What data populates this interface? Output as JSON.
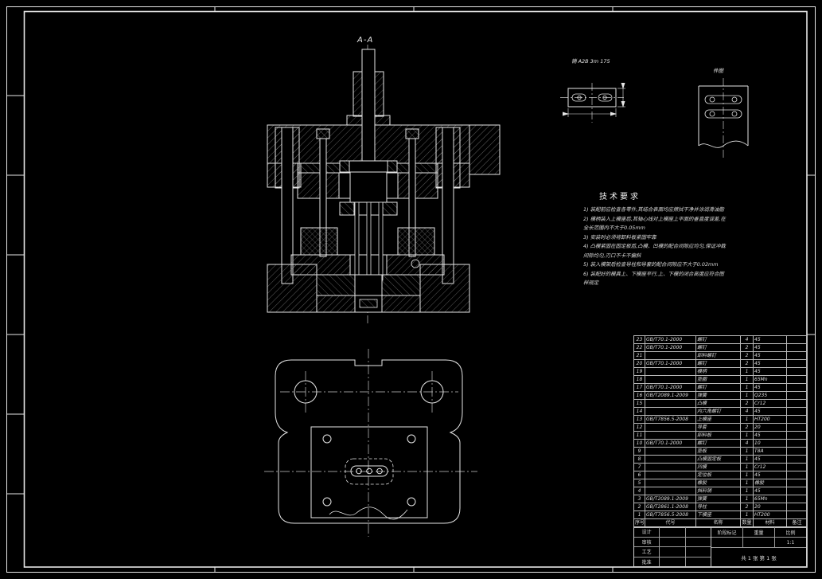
{
  "page": {
    "background": "#000000",
    "line_color": "#e6e6e6"
  },
  "section_view": {
    "label": "A-A"
  },
  "details": {
    "detail1_label": "销 A2B 3m 175",
    "detail2_label": "件图"
  },
  "tech": {
    "title": "技术要求",
    "items": [
      "1) 装配前应检查各零件,其结合表面均应擦拭干净并涂润滑油脂",
      "2) 模柄装入上模座后,其轴心线对上模座上平面的垂直度误差,在全长范围内不大于0.05mm",
      "3) 安装时必须将卸料板紧固牢靠",
      "4) 凸模紧固在固定板后,凸模、凹模的配合间隙应均匀,保证冲裁间隙均匀,刃口不卡不偏斜",
      "5) 装入模架后检查导柱和导套的配合间隙应不大于0.02mm",
      "6) 装配好的模具上、下模座平行,上、下模的闭合高度应符合图样规定"
    ]
  },
  "bom": {
    "columns": [
      "序号",
      "代号",
      "名称",
      "数量",
      "材料",
      "备注"
    ],
    "rows": [
      {
        "no": "23",
        "code": "GB/T70.1-2000",
        "name": "螺钉",
        "qty": "4",
        "material": "45",
        "remark": ""
      },
      {
        "no": "22",
        "code": "GB/T70.1-2000",
        "name": "螺钉",
        "qty": "2",
        "material": "45",
        "remark": ""
      },
      {
        "no": "21",
        "code": "",
        "name": "卸料螺钉",
        "qty": "2",
        "material": "45",
        "remark": ""
      },
      {
        "no": "20",
        "code": "GB/T70.1-2000",
        "name": "螺钉",
        "qty": "2",
        "material": "45",
        "remark": ""
      },
      {
        "no": "19",
        "code": "",
        "name": "模柄",
        "qty": "1",
        "material": "45",
        "remark": ""
      },
      {
        "no": "18",
        "code": "",
        "name": "垫圈",
        "qty": "1",
        "material": "65Mn",
        "remark": ""
      },
      {
        "no": "17",
        "code": "GB/T70.1-2000",
        "name": "螺钉",
        "qty": "1",
        "material": "45",
        "remark": ""
      },
      {
        "no": "16",
        "code": "GB/T2089.1-2009",
        "name": "弹簧",
        "qty": "1",
        "material": "Q235",
        "remark": ""
      },
      {
        "no": "15",
        "code": "",
        "name": "凸模",
        "qty": "2",
        "material": "Cr12",
        "remark": ""
      },
      {
        "no": "14",
        "code": "",
        "name": "内六角螺钉",
        "qty": "4",
        "material": "45",
        "remark": ""
      },
      {
        "no": "13",
        "code": "GB/T7856.5-2008",
        "name": "上模座",
        "qty": "1",
        "material": "HT200",
        "remark": ""
      },
      {
        "no": "12",
        "code": "",
        "name": "导套",
        "qty": "2",
        "material": "20",
        "remark": ""
      },
      {
        "no": "11",
        "code": "",
        "name": "卸料板",
        "qty": "1",
        "material": "45",
        "remark": ""
      },
      {
        "no": "10",
        "code": "GB/T70.1-2000",
        "name": "螺钉",
        "qty": "4",
        "material": "10",
        "remark": ""
      },
      {
        "no": "9",
        "code": "",
        "name": "垫板",
        "qty": "1",
        "material": "T8A",
        "remark": ""
      },
      {
        "no": "8",
        "code": "",
        "name": "凸模固定板",
        "qty": "1",
        "material": "45",
        "remark": ""
      },
      {
        "no": "7",
        "code": "",
        "name": "凹模",
        "qty": "1",
        "material": "Cr12",
        "remark": ""
      },
      {
        "no": "6",
        "code": "",
        "name": "定位板",
        "qty": "1",
        "material": "45",
        "remark": ""
      },
      {
        "no": "5",
        "code": "",
        "name": "橡胶",
        "qty": "1",
        "material": "橡胶",
        "remark": ""
      },
      {
        "no": "4",
        "code": "",
        "name": "挡料销",
        "qty": "1",
        "material": "45",
        "remark": ""
      },
      {
        "no": "3",
        "code": "GB/T2089.1-2009",
        "name": "弹簧",
        "qty": "1",
        "material": "65Mn",
        "remark": ""
      },
      {
        "no": "2",
        "code": "GB/T2861.1-2008",
        "name": "导柱",
        "qty": "2",
        "material": "20",
        "remark": ""
      },
      {
        "no": "1",
        "code": "GB/T7856.5-2008",
        "name": "下模座",
        "qty": "1",
        "material": "HT200",
        "remark": ""
      }
    ]
  },
  "title_block": {
    "sign_rows": [
      "设计",
      "审核",
      "工艺",
      "批准"
    ],
    "stage_label": "阶段标记",
    "weight_label": "重量",
    "scale_label": "比例",
    "scale_value": "1:1",
    "sheet_info": "共 1 张  第 1 张"
  }
}
